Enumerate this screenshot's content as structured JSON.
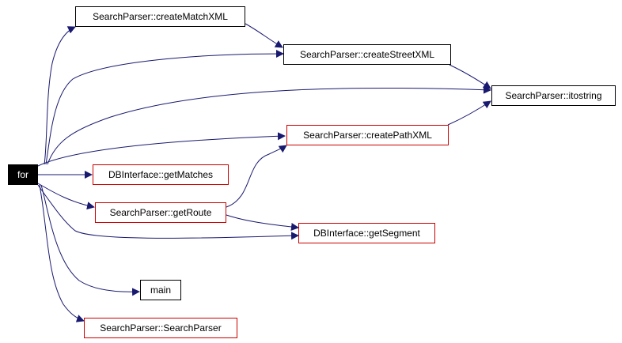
{
  "colors": {
    "edge": "#191970",
    "border_black": "#000000",
    "border_red": "#cc0000",
    "root_fill": "#000000",
    "root_text": "#ffffff"
  },
  "nodes": {
    "for": "for",
    "createMatchXML": "SearchParser::createMatchXML",
    "createStreetXML": "SearchParser::createStreetXML",
    "itostring": "SearchParser::itostring",
    "createPathXML": "SearchParser::createPathXML",
    "getMatches": "DBInterface::getMatches",
    "getRoute": "SearchParser::getRoute",
    "getSegment": "DBInterface::getSegment",
    "main": "main",
    "SearchParser": "SearchParser::SearchParser"
  },
  "edges": [
    [
      "for",
      "createMatchXML"
    ],
    [
      "for",
      "createStreetXML"
    ],
    [
      "for",
      "itostring"
    ],
    [
      "for",
      "createPathXML"
    ],
    [
      "for",
      "getMatches"
    ],
    [
      "for",
      "getRoute"
    ],
    [
      "for",
      "getSegment"
    ],
    [
      "for",
      "main"
    ],
    [
      "for",
      "SearchParser"
    ],
    [
      "createMatchXML",
      "createStreetXML"
    ],
    [
      "createStreetXML",
      "itostring"
    ],
    [
      "createPathXML",
      "itostring"
    ],
    [
      "getRoute",
      "createPathXML"
    ],
    [
      "getRoute",
      "getSegment"
    ]
  ]
}
